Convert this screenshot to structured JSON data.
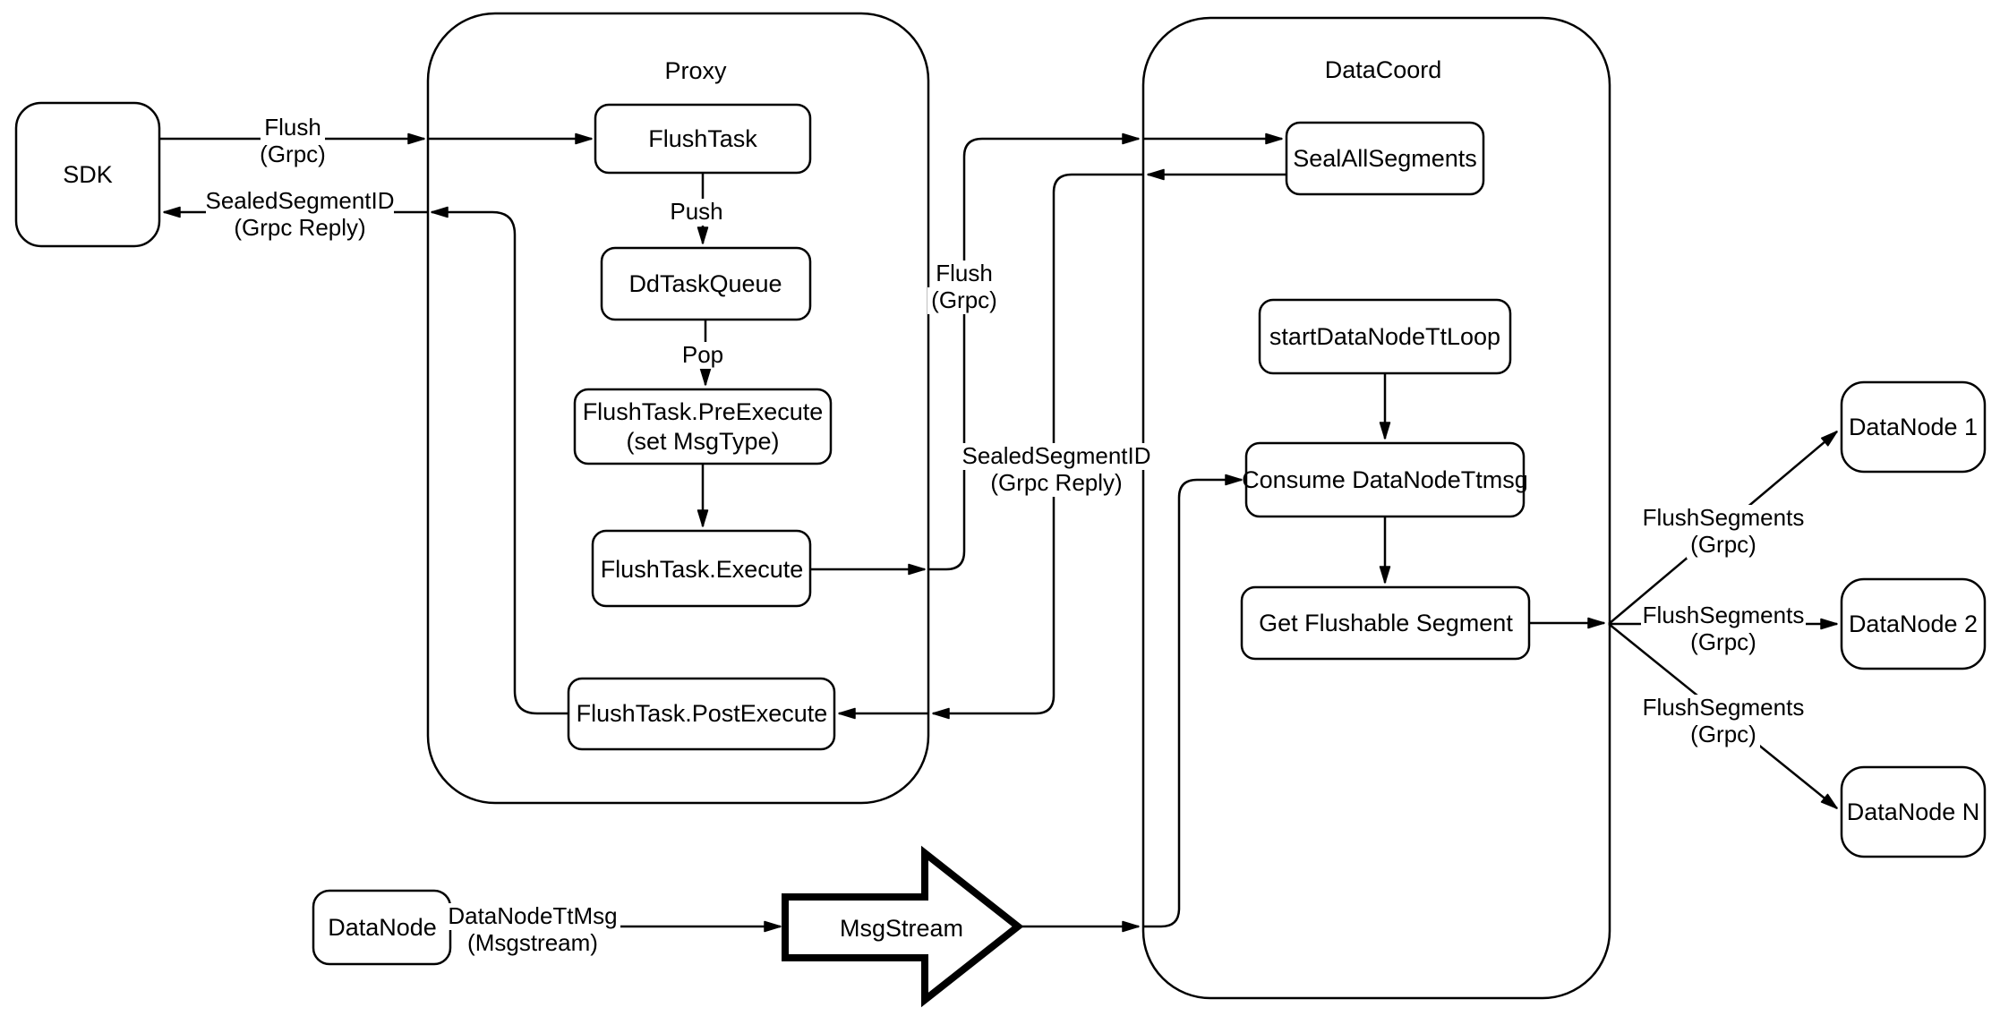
{
  "diagram": {
    "colors": {
      "stroke": "#000000",
      "node_fill": "#ffffff",
      "background": "#ffffff"
    },
    "containers": {
      "proxy": {
        "title": "Proxy"
      },
      "datacoord": {
        "title": "DataCoord"
      }
    },
    "nodes": {
      "sdk": {
        "label": "SDK"
      },
      "flush_task": {
        "label": "FlushTask"
      },
      "dd_task_queue": {
        "label": "DdTaskQueue"
      },
      "pre_execute": {
        "line1": "FlushTask.PreExecute",
        "line2": "(set MsgType)"
      },
      "execute": {
        "label": "FlushTask.Execute"
      },
      "post_execute": {
        "label": "FlushTask.PostExecute"
      },
      "seal_all_segments": {
        "label": "SealAllSegments"
      },
      "start_data_node_tt_loop": {
        "label": "startDataNodeTtLoop"
      },
      "consume_data_node_ttmsg": {
        "label": "Consume DataNodeTtmsg"
      },
      "get_flushable_segment": {
        "label": "Get Flushable Segment"
      },
      "data_node_1": {
        "label": "DataNode 1"
      },
      "data_node_2": {
        "label": "DataNode 2"
      },
      "data_node_n": {
        "label": "DataNode N"
      },
      "data_node": {
        "label": "DataNode"
      },
      "msg_stream": {
        "label": "MsgStream"
      }
    },
    "edge_labels": {
      "flush_sdk": {
        "line1": "Flush",
        "line2": "(Grpc)"
      },
      "sealed_segment_sdk": {
        "line1": "SealedSegmentID",
        "line2": "(Grpc Reply)"
      },
      "push": {
        "line1": "Push"
      },
      "pop": {
        "line1": "Pop"
      },
      "flush_mid": {
        "line1": "Flush",
        "line2": "(Grpc)"
      },
      "sealed_segment_mid": {
        "line1": "SealedSegmentID",
        "line2": "(Grpc Reply)"
      },
      "flush_segments_1": {
        "line1": "FlushSegments",
        "line2": "(Grpc)"
      },
      "flush_segments_2": {
        "line1": "FlushSegments",
        "line2": "(Grpc)"
      },
      "flush_segments_3": {
        "line1": "FlushSegments",
        "line2": "(Grpc)"
      },
      "data_node_tt_msg": {
        "line1": "DataNodeTtMsg",
        "line2": "(Msgstream)"
      }
    }
  }
}
